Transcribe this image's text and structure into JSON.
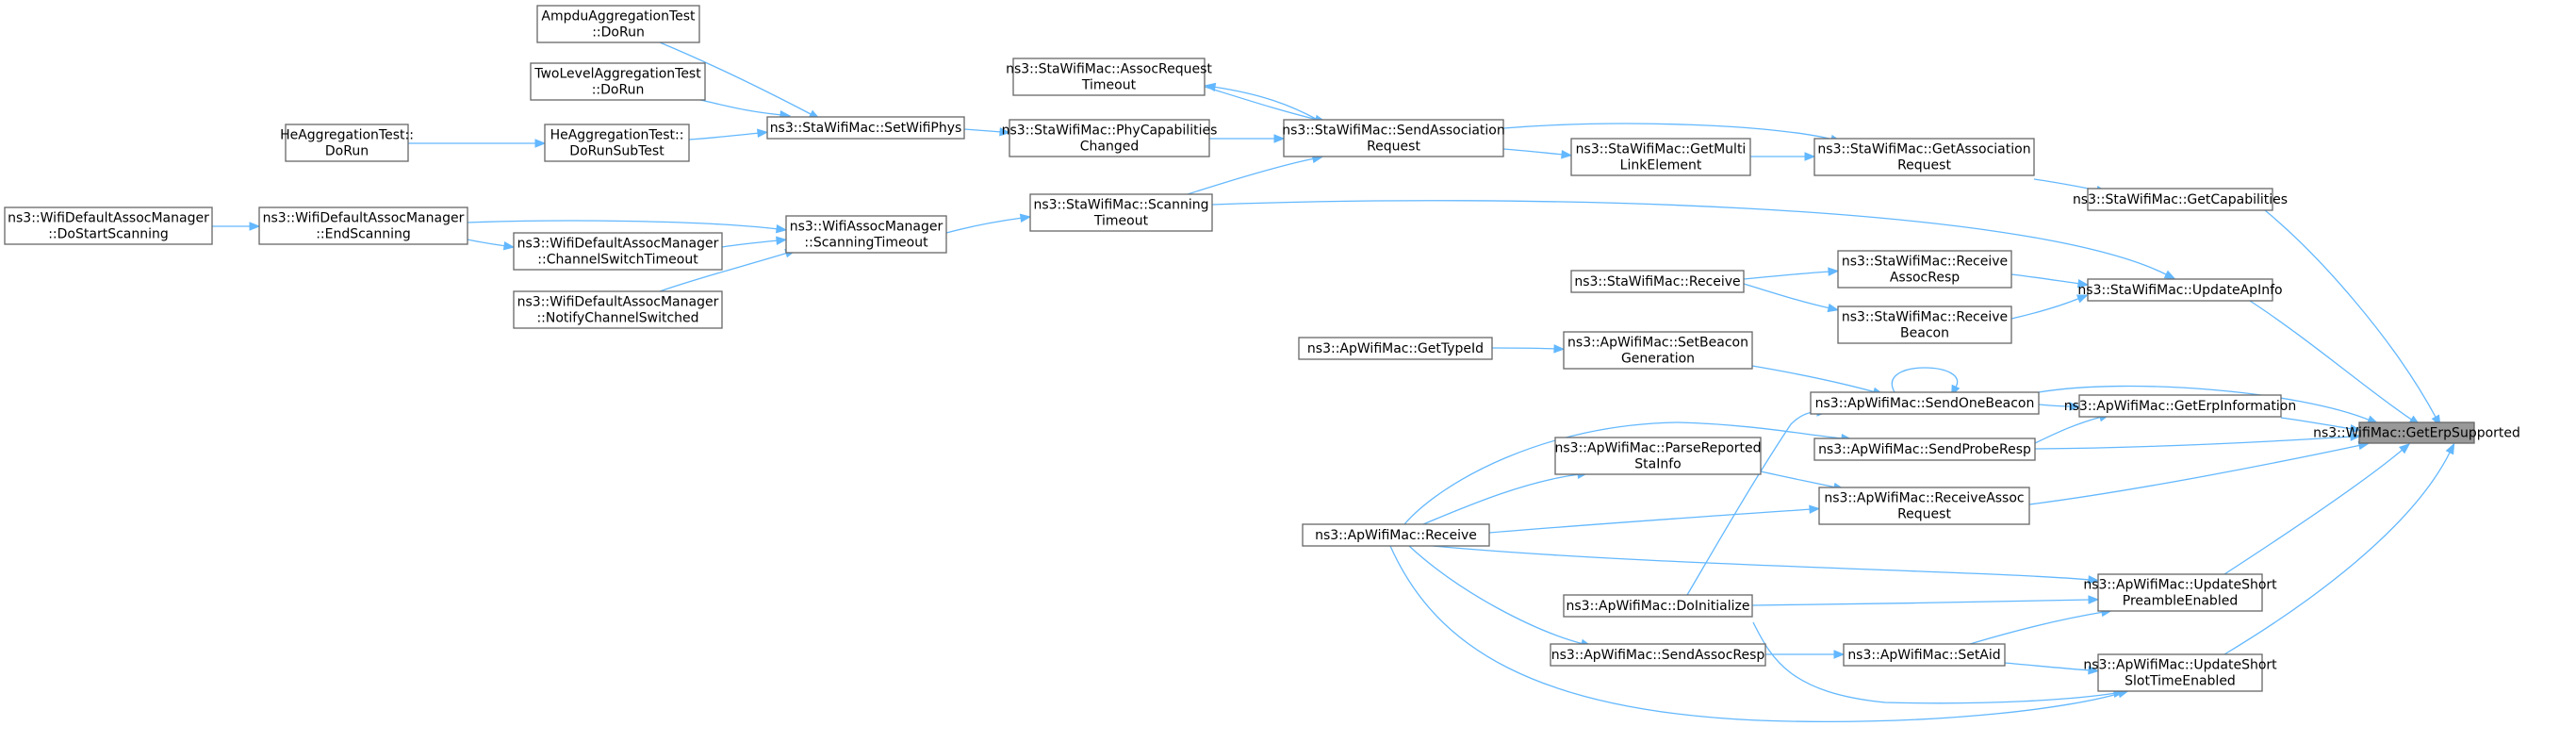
{
  "graph": {
    "nodes": [
      {
        "id": "root",
        "lines": [
          "ns3::WifiMac::GetErpSupported"
        ],
        "root": true
      },
      {
        "id": "ampdu",
        "lines": [
          "AmpduAggregationTest",
          "::DoRun"
        ]
      },
      {
        "id": "twolevel",
        "lines": [
          "TwoLevelAggregationTest",
          "::DoRun"
        ]
      },
      {
        "id": "heagg_dorun",
        "lines": [
          "HeAggregationTest::",
          "DoRun"
        ]
      },
      {
        "id": "heagg_subtest",
        "lines": [
          "HeAggregationTest::",
          "DoRunSubTest"
        ]
      },
      {
        "id": "setwifiphys",
        "lines": [
          "ns3::StaWifiMac::SetWifiPhys"
        ]
      },
      {
        "id": "assocreqtimeout",
        "lines": [
          "ns3::StaWifiMac::AssocRequest",
          "Timeout"
        ]
      },
      {
        "id": "phycap",
        "lines": [
          "ns3::StaWifiMac::PhyCapabilities",
          "Changed"
        ]
      },
      {
        "id": "sendassocreq",
        "lines": [
          "ns3::StaWifiMac::SendAssociation",
          "Request"
        ]
      },
      {
        "id": "getmultilink",
        "lines": [
          "ns3::StaWifiMac::GetMulti",
          "LinkElement"
        ]
      },
      {
        "id": "getassocreq",
        "lines": [
          "ns3::StaWifiMac::GetAssociation",
          "Request"
        ]
      },
      {
        "id": "getcaps",
        "lines": [
          "ns3::StaWifiMac::GetCapabilities"
        ]
      },
      {
        "id": "dostartscanning",
        "lines": [
          "ns3::WifiDefaultAssocManager",
          "::DoStartScanning"
        ]
      },
      {
        "id": "endscanning",
        "lines": [
          "ns3::WifiDefaultAssocManager",
          "::EndScanning"
        ]
      },
      {
        "id": "chswitchtimeout",
        "lines": [
          "ns3::WifiDefaultAssocManager",
          "::ChannelSwitchTimeout"
        ]
      },
      {
        "id": "notifychsw",
        "lines": [
          "ns3::WifiDefaultAssocManager",
          "::NotifyChannelSwitched"
        ]
      },
      {
        "id": "scanningtimeout",
        "lines": [
          "ns3::WifiAssocManager",
          "::ScanningTimeout"
        ]
      },
      {
        "id": "stascantimeout",
        "lines": [
          "ns3::StaWifiMac::Scanning",
          "Timeout"
        ]
      },
      {
        "id": "stareceive",
        "lines": [
          "ns3::StaWifiMac::Receive"
        ]
      },
      {
        "id": "recvassocresp",
        "lines": [
          "ns3::StaWifiMac::Receive",
          "AssocResp"
        ]
      },
      {
        "id": "recvbeacon",
        "lines": [
          "ns3::StaWifiMac::Receive",
          "Beacon"
        ]
      },
      {
        "id": "updateapinfo",
        "lines": [
          "ns3::StaWifiMac::UpdateApInfo"
        ]
      },
      {
        "id": "gettypeid",
        "lines": [
          "ns3::ApWifiMac::GetTypeId"
        ]
      },
      {
        "id": "setbeacongen",
        "lines": [
          "ns3::ApWifiMac::SetBeacon",
          "Generation"
        ]
      },
      {
        "id": "sendonebeacon",
        "lines": [
          "ns3::ApWifiMac::SendOneBeacon"
        ]
      },
      {
        "id": "geterpinfo",
        "lines": [
          "ns3::ApWifiMac::GetErpInformation"
        ]
      },
      {
        "id": "sendproberesp",
        "lines": [
          "ns3::ApWifiMac::SendProbeResp"
        ]
      },
      {
        "id": "parsereported",
        "lines": [
          "ns3::ApWifiMac::ParseReported",
          "StaInfo"
        ]
      },
      {
        "id": "recvassocreq",
        "lines": [
          "ns3::ApWifiMac::ReceiveAssoc",
          "Request"
        ]
      },
      {
        "id": "apreceive",
        "lines": [
          "ns3::ApWifiMac::Receive"
        ]
      },
      {
        "id": "updateshortpreamble",
        "lines": [
          "ns3::ApWifiMac::UpdateShort",
          "PreambleEnabled"
        ]
      },
      {
        "id": "doinitialize",
        "lines": [
          "ns3::ApWifiMac::DoInitialize"
        ]
      },
      {
        "id": "sendassocresp",
        "lines": [
          "ns3::ApWifiMac::SendAssocResp"
        ]
      },
      {
        "id": "setaid",
        "lines": [
          "ns3::ApWifiMac::SetAid"
        ]
      },
      {
        "id": "updateshortslot",
        "lines": [
          "ns3::ApWifiMac::UpdateShort",
          "SlotTimeEnabled"
        ]
      }
    ],
    "edges": [
      {
        "from": "getcaps",
        "to": "root"
      },
      {
        "from": "updateapinfo",
        "to": "root"
      },
      {
        "from": "sendonebeacon",
        "to": "root"
      },
      {
        "from": "geterpinfo",
        "to": "root"
      },
      {
        "from": "sendproberesp",
        "to": "root"
      },
      {
        "from": "recvassocreq",
        "to": "root"
      },
      {
        "from": "updateshortpreamble",
        "to": "root"
      },
      {
        "from": "updateshortslot",
        "to": "root"
      },
      {
        "from": "getassocreq",
        "to": "getcaps"
      },
      {
        "from": "getmultilink",
        "to": "getassocreq"
      },
      {
        "from": "sendassocreq",
        "to": "getassocreq"
      },
      {
        "from": "sendassocreq",
        "to": "getmultilink"
      },
      {
        "from": "assocreqtimeout",
        "to": "sendassocreq"
      },
      {
        "from": "phycap",
        "to": "sendassocreq"
      },
      {
        "from": "stascantimeout",
        "to": "sendassocreq"
      },
      {
        "from": "sendassocreq",
        "to": "assocreqtimeout"
      },
      {
        "from": "setwifiphys",
        "to": "phycap"
      },
      {
        "from": "ampdu",
        "to": "setwifiphys"
      },
      {
        "from": "twolevel",
        "to": "setwifiphys"
      },
      {
        "from": "heagg_subtest",
        "to": "setwifiphys"
      },
      {
        "from": "heagg_dorun",
        "to": "heagg_subtest"
      },
      {
        "from": "scanningtimeout",
        "to": "stascantimeout"
      },
      {
        "from": "endscanning",
        "to": "scanningtimeout"
      },
      {
        "from": "chswitchtimeout",
        "to": "scanningtimeout"
      },
      {
        "from": "notifychsw",
        "to": "scanningtimeout"
      },
      {
        "from": "dostartscanning",
        "to": "endscanning"
      },
      {
        "from": "endscanning",
        "to": "chswitchtimeout"
      },
      {
        "from": "stascantimeout",
        "to": "updateapinfo"
      },
      {
        "from": "recvassocresp",
        "to": "updateapinfo"
      },
      {
        "from": "recvbeacon",
        "to": "updateapinfo"
      },
      {
        "from": "stareceive",
        "to": "recvassocresp"
      },
      {
        "from": "stareceive",
        "to": "recvbeacon"
      },
      {
        "from": "sendonebeacon",
        "to": "geterpinfo"
      },
      {
        "from": "sendproberesp",
        "to": "geterpinfo"
      },
      {
        "from": "setbeacongen",
        "to": "sendonebeacon"
      },
      {
        "from": "sendonebeacon",
        "to": "sendonebeacon"
      },
      {
        "from": "doinitialize",
        "to": "sendonebeacon"
      },
      {
        "from": "gettypeid",
        "to": "setbeacongen"
      },
      {
        "from": "apreceive",
        "to": "sendproberesp"
      },
      {
        "from": "apreceive",
        "to": "parsereported"
      },
      {
        "from": "apreceive",
        "to": "recvassocreq"
      },
      {
        "from": "parsereported",
        "to": "recvassocreq"
      },
      {
        "from": "apreceive",
        "to": "updateshortpreamble"
      },
      {
        "from": "doinitialize",
        "to": "updateshortpreamble"
      },
      {
        "from": "setaid",
        "to": "updateshortpreamble"
      },
      {
        "from": "apreceive",
        "to": "sendassocresp"
      },
      {
        "from": "sendassocresp",
        "to": "setaid"
      },
      {
        "from": "setaid",
        "to": "updateshortslot"
      },
      {
        "from": "doinitialize",
        "to": "updateshortslot"
      },
      {
        "from": "apreceive",
        "to": "updateshortslot"
      }
    ]
  }
}
